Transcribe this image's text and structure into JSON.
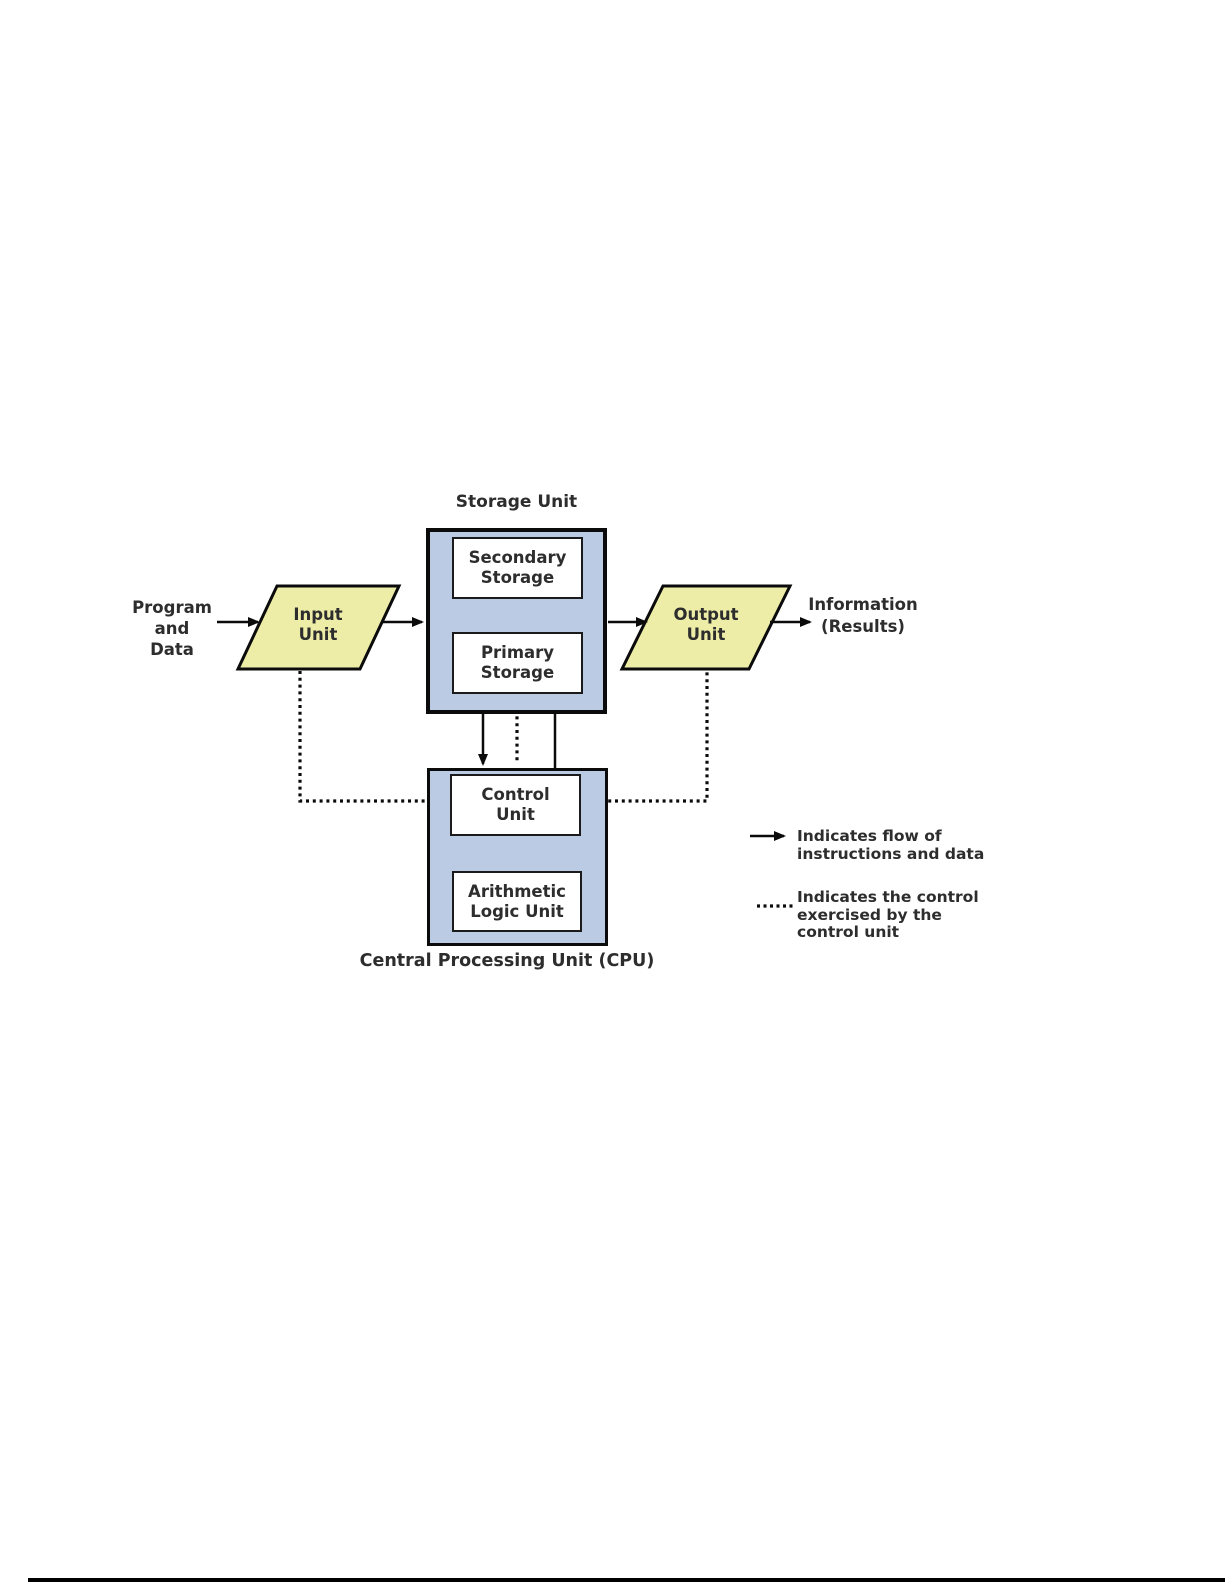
{
  "colors": {
    "blue": "#bccbe4",
    "yellow": "#ededa8",
    "ink": "#0b0b0b",
    "text": "#2d2d2d"
  },
  "diagram": {
    "storage_title": "Storage Unit",
    "cpu_title": "Central Processing Unit (CPU)",
    "boxes": {
      "secondary": {
        "line1": "Secondary",
        "line2": "Storage"
      },
      "primary": {
        "line1": "Primary",
        "line2": "Storage"
      },
      "control": {
        "line1": "Control",
        "line2": "Unit"
      },
      "alu": {
        "line1": "Arithmetic",
        "line2": "Logic Unit"
      }
    },
    "shapes": {
      "input": {
        "line1": "Input",
        "line2": "Unit"
      },
      "output": {
        "line1": "Output",
        "line2": "Unit"
      }
    },
    "annotations": {
      "program": {
        "line1": "Program",
        "line2": "and",
        "line3": "Data"
      },
      "information": {
        "line1": "Information",
        "line2": "(Results)"
      }
    }
  },
  "legend": {
    "solid": {
      "line1": "Indicates flow of",
      "line2": "instructions and data"
    },
    "dotted": {
      "line1": "Indicates the control",
      "line2": "exercised by the",
      "line3": "control unit"
    }
  }
}
